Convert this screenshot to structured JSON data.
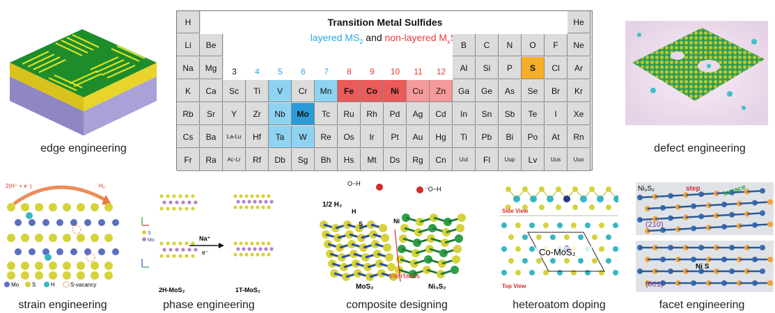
{
  "captions": {
    "edge": "edge engineering",
    "defect": "defect engineering",
    "strain": "strain engineering",
    "phase": "phase engineering",
    "composite": "composite designing",
    "heteroatom": "heteroatom doping",
    "facet": "facet engineering"
  },
  "periodic_table": {
    "title": "Transition Metal Sulfides",
    "subtitle_blue_a": "layered MS",
    "subtitle_blue_sub": "2",
    "subtitle_and": " and ",
    "subtitle_red_a": "non-layered M",
    "subtitle_red_sub1": "x",
    "subtitle_red_mid": "S",
    "subtitle_red_sub2": "y",
    "group_labels": [
      {
        "col": 3,
        "text": "3",
        "color": "#111111"
      },
      {
        "col": 4,
        "text": "4",
        "color": "#2aa8e0"
      },
      {
        "col": 5,
        "text": "5",
        "color": "#2aa8e0"
      },
      {
        "col": 6,
        "text": "6",
        "color": "#2aa8e0"
      },
      {
        "col": 7,
        "text": "7",
        "color": "#2aa8e0"
      },
      {
        "col": 8,
        "text": "8",
        "color": "#e83a3a"
      },
      {
        "col": 9,
        "text": "9",
        "color": "#e83a3a"
      },
      {
        "col": 10,
        "text": "10",
        "color": "#e83a3a"
      },
      {
        "col": 11,
        "text": "11",
        "color": "#e83a3a"
      },
      {
        "col": 12,
        "text": "12",
        "color": "#e83a3a"
      }
    ],
    "elements": [
      {
        "r": 0,
        "c": 0,
        "s": "H"
      },
      {
        "r": 0,
        "c": 17,
        "s": "He"
      },
      {
        "r": 1,
        "c": 0,
        "s": "Li"
      },
      {
        "r": 1,
        "c": 1,
        "s": "Be"
      },
      {
        "r": 1,
        "c": 12,
        "s": "B"
      },
      {
        "r": 1,
        "c": 13,
        "s": "C"
      },
      {
        "r": 1,
        "c": 14,
        "s": "N"
      },
      {
        "r": 1,
        "c": 15,
        "s": "O"
      },
      {
        "r": 1,
        "c": 16,
        "s": "F"
      },
      {
        "r": 1,
        "c": 17,
        "s": "Ne"
      },
      {
        "r": 2,
        "c": 0,
        "s": "Na"
      },
      {
        "r": 2,
        "c": 1,
        "s": "Mg"
      },
      {
        "r": 2,
        "c": 12,
        "s": "Al"
      },
      {
        "r": 2,
        "c": 13,
        "s": "Si"
      },
      {
        "r": 2,
        "c": 14,
        "s": "P"
      },
      {
        "r": 2,
        "c": 15,
        "s": "S",
        "k": "orange"
      },
      {
        "r": 2,
        "c": 16,
        "s": "Cl"
      },
      {
        "r": 2,
        "c": 17,
        "s": "Ar"
      },
      {
        "r": 3,
        "c": 0,
        "s": "K"
      },
      {
        "r": 3,
        "c": 1,
        "s": "Ca"
      },
      {
        "r": 3,
        "c": 2,
        "s": "Sc"
      },
      {
        "r": 3,
        "c": 3,
        "s": "Ti"
      },
      {
        "r": 3,
        "c": 4,
        "s": "V",
        "k": "blue"
      },
      {
        "r": 3,
        "c": 5,
        "s": "Cr"
      },
      {
        "r": 3,
        "c": 6,
        "s": "Mn",
        "k": "blue"
      },
      {
        "r": 3,
        "c": 7,
        "s": "Fe",
        "k": "red"
      },
      {
        "r": 3,
        "c": 8,
        "s": "Co",
        "k": "red"
      },
      {
        "r": 3,
        "c": 9,
        "s": "Ni",
        "k": "red"
      },
      {
        "r": 3,
        "c": 10,
        "s": "Cu",
        "k": "pink"
      },
      {
        "r": 3,
        "c": 11,
        "s": "Zn",
        "k": "pink"
      },
      {
        "r": 3,
        "c": 12,
        "s": "Ga"
      },
      {
        "r": 3,
        "c": 13,
        "s": "Ge"
      },
      {
        "r": 3,
        "c": 14,
        "s": "As"
      },
      {
        "r": 3,
        "c": 15,
        "s": "Se"
      },
      {
        "r": 3,
        "c": 16,
        "s": "Br"
      },
      {
        "r": 3,
        "c": 17,
        "s": "Kr"
      },
      {
        "r": 4,
        "c": 0,
        "s": "Rb"
      },
      {
        "r": 4,
        "c": 1,
        "s": "Sr"
      },
      {
        "r": 4,
        "c": 2,
        "s": "Y"
      },
      {
        "r": 4,
        "c": 3,
        "s": "Zr"
      },
      {
        "r": 4,
        "c": 4,
        "s": "Nb",
        "k": "blue"
      },
      {
        "r": 4,
        "c": 5,
        "s": "Mo",
        "k": "darkblue"
      },
      {
        "r": 4,
        "c": 6,
        "s": "Tc"
      },
      {
        "r": 4,
        "c": 7,
        "s": "Ru"
      },
      {
        "r": 4,
        "c": 8,
        "s": "Rh"
      },
      {
        "r": 4,
        "c": 9,
        "s": "Pd"
      },
      {
        "r": 4,
        "c": 10,
        "s": "Ag"
      },
      {
        "r": 4,
        "c": 11,
        "s": "Cd"
      },
      {
        "r": 4,
        "c": 12,
        "s": "In"
      },
      {
        "r": 4,
        "c": 13,
        "s": "Sn"
      },
      {
        "r": 4,
        "c": 14,
        "s": "Sb"
      },
      {
        "r": 4,
        "c": 15,
        "s": "Te"
      },
      {
        "r": 4,
        "c": 16,
        "s": "I"
      },
      {
        "r": 4,
        "c": 17,
        "s": "Xe"
      },
      {
        "r": 5,
        "c": 0,
        "s": "Cs"
      },
      {
        "r": 5,
        "c": 1,
        "s": "Ba"
      },
      {
        "r": 5,
        "c": 2,
        "s": "La-Lu",
        "k": "small"
      },
      {
        "r": 5,
        "c": 3,
        "s": "Hf"
      },
      {
        "r": 5,
        "c": 4,
        "s": "Ta",
        "k": "blue"
      },
      {
        "r": 5,
        "c": 5,
        "s": "W",
        "k": "blue"
      },
      {
        "r": 5,
        "c": 6,
        "s": "Re"
      },
      {
        "r": 5,
        "c": 7,
        "s": "Os"
      },
      {
        "r": 5,
        "c": 8,
        "s": "Ir"
      },
      {
        "r": 5,
        "c": 9,
        "s": "Pt"
      },
      {
        "r": 5,
        "c": 10,
        "s": "Au"
      },
      {
        "r": 5,
        "c": 11,
        "s": "Hg"
      },
      {
        "r": 5,
        "c": 12,
        "s": "Ti"
      },
      {
        "r": 5,
        "c": 13,
        "s": "Pb"
      },
      {
        "r": 5,
        "c": 14,
        "s": "Bi"
      },
      {
        "r": 5,
        "c": 15,
        "s": "Po"
      },
      {
        "r": 5,
        "c": 16,
        "s": "At"
      },
      {
        "r": 5,
        "c": 17,
        "s": "Rn"
      },
      {
        "r": 6,
        "c": 0,
        "s": "Fr"
      },
      {
        "r": 6,
        "c": 1,
        "s": "Ra"
      },
      {
        "r": 6,
        "c": 2,
        "s": "Ac-Lr",
        "k": "small"
      },
      {
        "r": 6,
        "c": 3,
        "s": "Rf"
      },
      {
        "r": 6,
        "c": 4,
        "s": "Db"
      },
      {
        "r": 6,
        "c": 5,
        "s": "Sg"
      },
      {
        "r": 6,
        "c": 6,
        "s": "Bh"
      },
      {
        "r": 6,
        "c": 7,
        "s": "Hs"
      },
      {
        "r": 6,
        "c": 8,
        "s": "Mt"
      },
      {
        "r": 6,
        "c": 9,
        "s": "Ds"
      },
      {
        "r": 6,
        "c": 10,
        "s": "Rg"
      },
      {
        "r": 6,
        "c": 11,
        "s": "Cn"
      },
      {
        "r": 6,
        "c": 12,
        "s": "Uut",
        "k": "small"
      },
      {
        "r": 6,
        "c": 13,
        "s": "Fl"
      },
      {
        "r": 6,
        "c": 14,
        "s": "Uup",
        "k": "small"
      },
      {
        "r": 6,
        "c": 15,
        "s": "Lv"
      },
      {
        "r": 6,
        "c": 16,
        "s": "Uus",
        "k": "small"
      },
      {
        "r": 6,
        "c": 17,
        "s": "Uuo",
        "k": "small"
      }
    ]
  },
  "strain_panel": {
    "top_left": "2(H⁺ + e⁻)",
    "top_right": "H₂",
    "legend": [
      "Mo",
      "S",
      "H",
      "S-vacancy"
    ]
  },
  "phase_panel": {
    "legend_mo": "Mo",
    "arrow_top": "Na⁺",
    "arrow_bottom": "e⁻",
    "left_label": "2H-MoS₂",
    "right_label": "1T-MoS₂"
  },
  "composite_panel": {
    "h2": "1/2 H₂",
    "labels": [
      "O−H",
      "⁻O−H",
      "H",
      "S",
      "Ni"
    ],
    "interfaces": "Interfaces",
    "left_label": "MoS₂",
    "right_label": "Ni₃S₂"
  },
  "hetero_panel": {
    "side_view": "Side View",
    "top_view": "Top View",
    "center": "Co-MoS₂"
  },
  "facet_panel": {
    "formula": "Ni₃S₂",
    "step": "step",
    "terrace": "terrace",
    "facet1": "(210)",
    "facet2": "(001)",
    "ni_s": "Ni S"
  },
  "colors": {
    "mo_blue": "#5a6fbf",
    "s_yellow": "#d6d23a",
    "ni_green": "#2f9e48",
    "cyan_atom": "#35b7c4",
    "red_label": "#d42a2a"
  }
}
